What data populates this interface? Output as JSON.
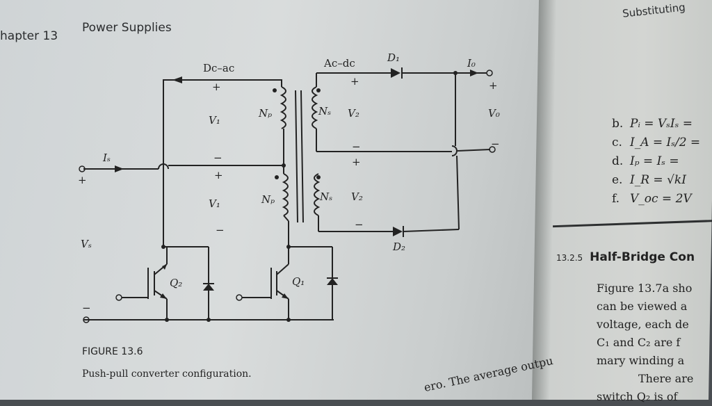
{
  "header": {
    "chapter": "hapter 13",
    "title": "Power Supplies",
    "right_corner": "Substituting"
  },
  "figure": {
    "label": "FIGURE 13.6",
    "caption": "Push-pull converter configuration.",
    "circuit_labels": {
      "dc_ac": "Dc–ac",
      "ac_dc": "Ac–dc",
      "d1": "D₁",
      "d2": "D₂",
      "io": "I₀",
      "vo": "V₀",
      "is": "Iₛ",
      "vs": "Vₛ",
      "v1": "V₁",
      "v2": "V₂",
      "np": "Nₚ",
      "ns": "Nₛ",
      "q1": "Q₁",
      "q2": "Q₂",
      "plus": "+",
      "minus": "−"
    }
  },
  "right_page": {
    "equations": [
      {
        "letter": "b.",
        "text": "Pᵢ = VₛIₛ ="
      },
      {
        "letter": "c.",
        "text": "I_A = Iₛ/2 ="
      },
      {
        "letter": "d.",
        "text": "Iₚ = Iₛ ="
      },
      {
        "letter": "e.",
        "text": "I_R = √kI"
      },
      {
        "letter": "f.",
        "text": "V_oc = 2V"
      }
    ],
    "section_number": "13.2.5",
    "section_title": "Half-Bridge Con",
    "paragraph": [
      "Figure 13.7a sho",
      "can be viewed a",
      "voltage, each de",
      "C₁ and C₂ are f",
      "mary winding a",
      "There are",
      "switch Q₂ is of"
    ]
  },
  "bottom_text": "ero. The average outpu"
}
